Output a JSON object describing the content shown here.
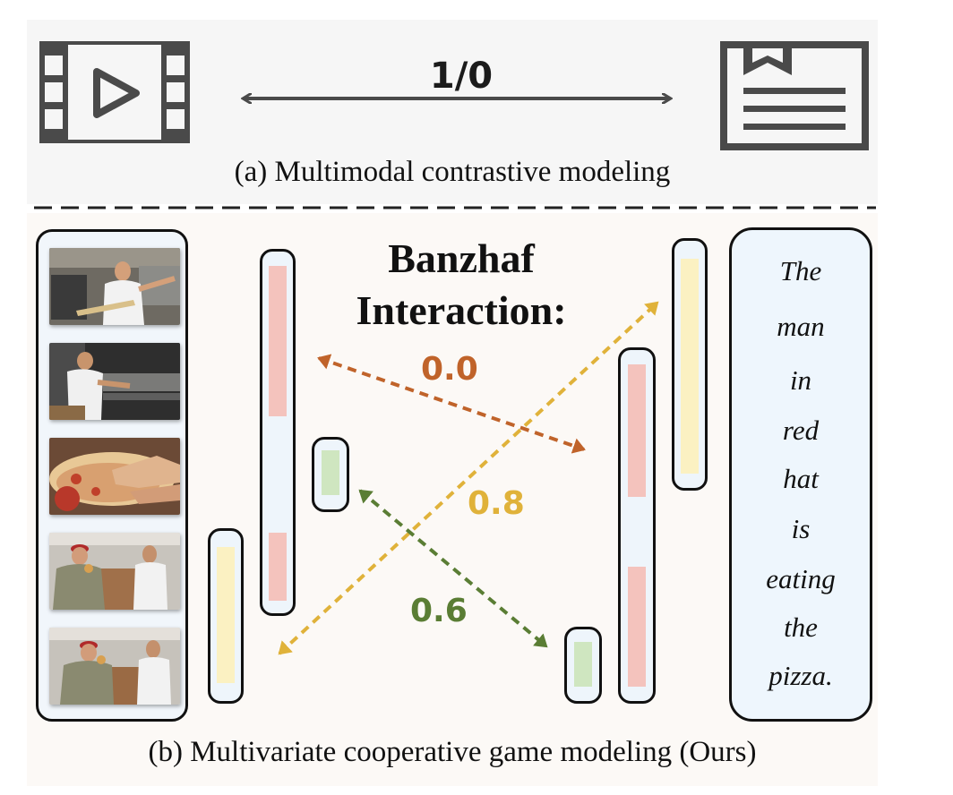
{
  "top_section": {
    "ratio_label": "1/0",
    "caption": "(a) Multimodal contrastive modeling",
    "video_icon": "video-film-icon",
    "text_icon": "document-icon"
  },
  "bottom_section": {
    "title_line1": "Banzhaf",
    "title_line2": "Interaction:",
    "caption": "(b) Multivariate cooperative game modeling (Ours)",
    "interactions": [
      {
        "value": "0.0",
        "color": "#c0632a"
      },
      {
        "value": "0.8",
        "color": "#e0b23a"
      },
      {
        "value": "0.6",
        "color": "#5a7d34"
      }
    ],
    "sentence_words": [
      "The",
      "man",
      "in",
      "red",
      "hat",
      "is",
      "eating",
      "the",
      "pizza."
    ],
    "video_frames": [
      "frame-1",
      "frame-2",
      "frame-3",
      "frame-4",
      "frame-5"
    ]
  },
  "colors": {
    "red_bar": "#f4c3bd",
    "yellow_bar": "#fbf1c2",
    "green_bar": "#cfe6c0",
    "icon_gray": "#4a4a4a"
  }
}
